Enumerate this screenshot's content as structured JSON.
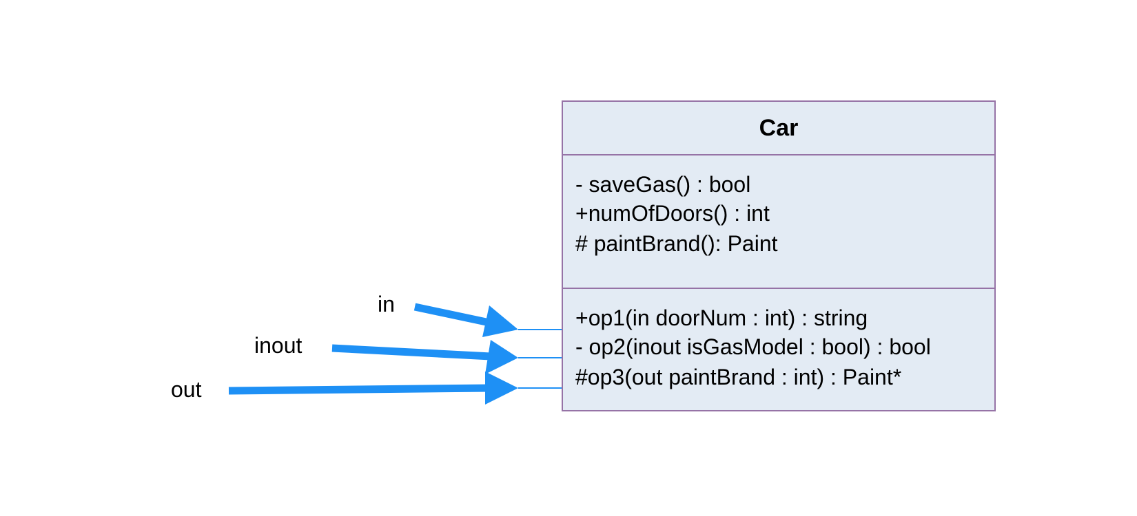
{
  "class": {
    "name": "Car",
    "attributes": [
      "- saveGas() : bool",
      "+numOfDoors() : int",
      "# paintBrand(): Paint"
    ],
    "operations": [
      "+op1(in doorNum : int) :  string",
      "- op2(inout isGasModel : bool) : bool",
      "#op3(out paintBrand : int) : Paint*"
    ]
  },
  "pointer_labels": {
    "in": "in",
    "inout": "inout",
    "out": "out"
  },
  "colors": {
    "arrow": "#1e90f5",
    "class_border": "#9673a6",
    "class_fill": "#e3ebf4"
  }
}
